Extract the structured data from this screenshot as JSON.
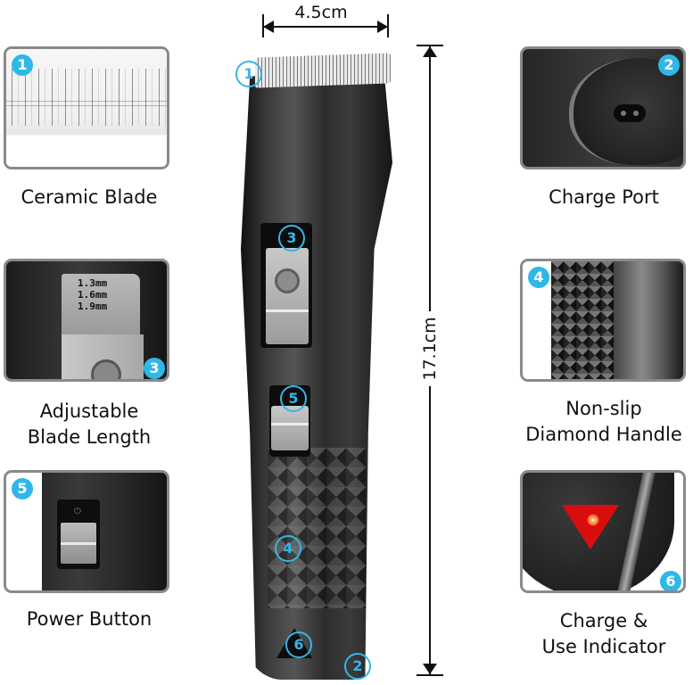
{
  "badge_color": "#2fb7e8",
  "dimensions": {
    "width": "4.5cm",
    "height": "17.1cm"
  },
  "features": [
    {
      "number": "1",
      "label": "Ceramic Blade"
    },
    {
      "number": "2",
      "label": "Charge Port"
    },
    {
      "number": "3",
      "label_line1": "Adjustable",
      "label_line2": "Blade Length"
    },
    {
      "number": "4",
      "label_line1": "Non-slip",
      "label_line2": "Diamond Handle"
    },
    {
      "number": "5",
      "label": "Power Button"
    },
    {
      "number": "6",
      "label_line1": "Charge &",
      "label_line2": "Use Indicator"
    }
  ],
  "blade_scale": [
    "1.3mm",
    "1.6mm",
    "1.9mm"
  ],
  "clipper_markers": [
    "1",
    "3",
    "5",
    "4",
    "6",
    "2"
  ]
}
